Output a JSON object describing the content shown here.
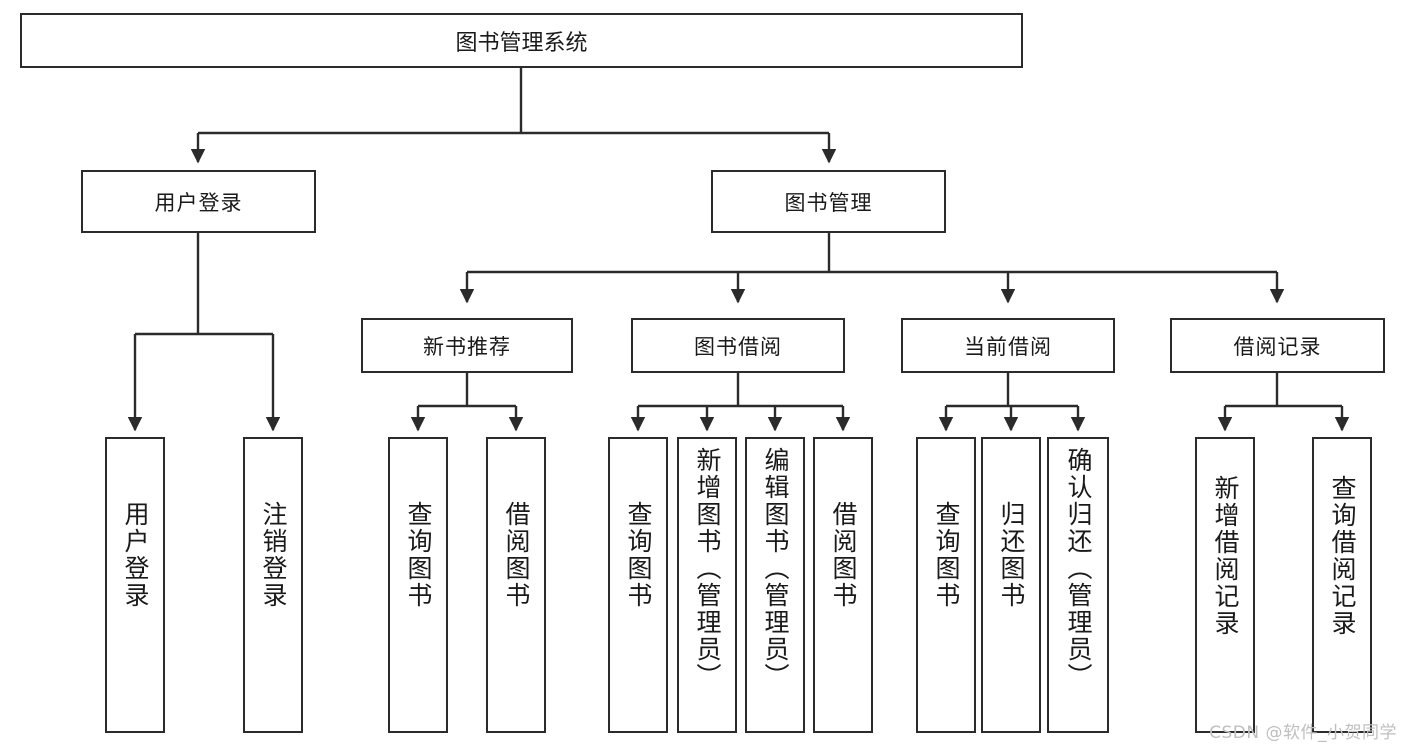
{
  "diagram": {
    "title": "图书管理系统",
    "type": "tree",
    "root": {
      "id": "root",
      "label": "图书管理系统"
    },
    "level1": [
      {
        "id": "user-login",
        "label": "用户登录"
      },
      {
        "id": "book-manage",
        "label": "图书管理"
      }
    ],
    "level2": [
      {
        "id": "new-book-recommend",
        "label": "新书推荐",
        "parent": "book-manage"
      },
      {
        "id": "book-borrow",
        "label": "图书借阅",
        "parent": "book-manage"
      },
      {
        "id": "current-borrow",
        "label": "当前借阅",
        "parent": "book-manage"
      },
      {
        "id": "borrow-record",
        "label": "借阅记录",
        "parent": "book-manage"
      }
    ],
    "leaves": {
      "user_login": [
        {
          "id": "leaf-user-login",
          "label": "用户登录"
        },
        {
          "id": "leaf-user-logout",
          "label": "注销登录"
        }
      ],
      "new_book_recommend": [
        {
          "id": "leaf-query-book-1",
          "label": "查询图书"
        },
        {
          "id": "leaf-borrow-book-1",
          "label": "借阅图书"
        }
      ],
      "book_borrow": [
        {
          "id": "leaf-query-book-2",
          "label": "查询图书"
        },
        {
          "id": "leaf-add-book",
          "label": "新增图书（管理员）"
        },
        {
          "id": "leaf-edit-book",
          "label": "编辑图书（管理员）"
        },
        {
          "id": "leaf-borrow-book-2",
          "label": "借阅图书"
        }
      ],
      "current_borrow": [
        {
          "id": "leaf-query-book-3",
          "label": "查询图书"
        },
        {
          "id": "leaf-return-book",
          "label": "归还图书"
        },
        {
          "id": "leaf-confirm-return",
          "label": "确认归还（管理员）"
        }
      ],
      "borrow_record": [
        {
          "id": "leaf-add-record",
          "label": "新增借阅记录"
        },
        {
          "id": "leaf-query-record",
          "label": "查询借阅记录"
        }
      ]
    },
    "colors": {
      "stroke": "#2b2b2b",
      "fill": "#ffffff",
      "text": "#1a1a1a",
      "watermark": "#bfbfbf"
    }
  },
  "watermark": {
    "text": "CSDN @软件_小贺同学"
  }
}
